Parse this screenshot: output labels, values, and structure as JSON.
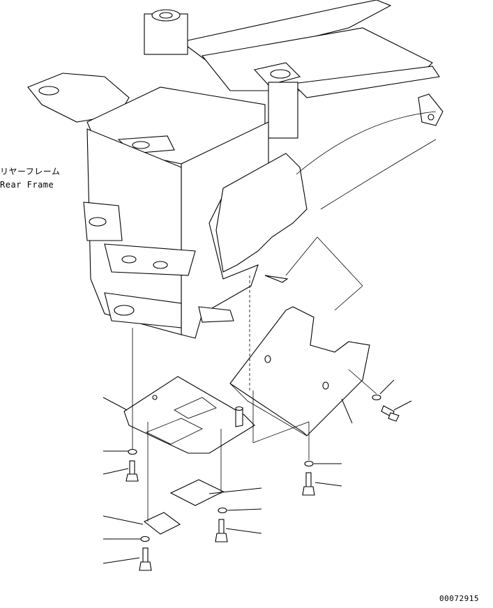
{
  "labels": {
    "rear_frame_jp": "リヤーフレーム",
    "rear_frame_en": "Rear Frame",
    "drawing_number": "00072915"
  }
}
